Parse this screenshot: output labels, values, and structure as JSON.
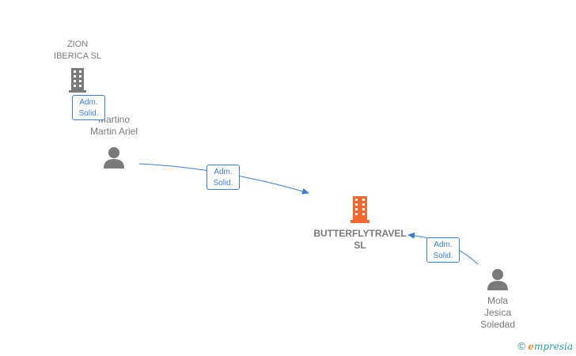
{
  "colors": {
    "edge": "#3a7fd5",
    "node_grey": "#7a7a7a",
    "focus_company": "#f26a32",
    "brand": "#2b9a9a",
    "brand_e": "#f08a24"
  },
  "nodes": {
    "zion": {
      "label": "ZION\nIBERICA  SL",
      "icon": "building-icon"
    },
    "martino": {
      "label": "Martino\nMartin Ariel",
      "icon": "person-icon"
    },
    "butterfly": {
      "label": "BUTTERFLYTRAVEL\nSL",
      "icon": "building-icon"
    },
    "mola": {
      "label": "Mola\nJesica\nSoledad",
      "icon": "person-icon"
    }
  },
  "edges": [
    {
      "line1": "Adm.",
      "line2": "Solid."
    },
    {
      "line1": "Adm.",
      "line2": "Solid."
    },
    {
      "line1": "Adm.",
      "line2": "Solid."
    }
  ],
  "brand": {
    "copyright": "©",
    "e": "e",
    "name": "mpresia"
  }
}
